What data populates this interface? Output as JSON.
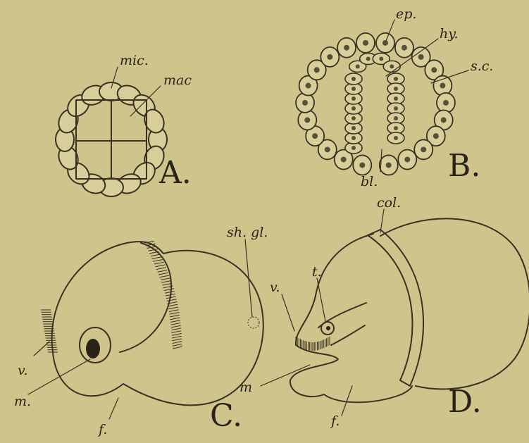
{
  "figures": {
    "A": {
      "letter": "A.",
      "labels": {
        "mic": "mic.",
        "mac": "mac"
      }
    },
    "B": {
      "letter": "B.",
      "labels": {
        "ep": "ep.",
        "hy": "hy.",
        "sc": "s.c.",
        "bl": "bl."
      }
    },
    "C": {
      "letter": "C.",
      "labels": {
        "shgl": "sh. gl.",
        "v": "v.",
        "m": "m.",
        "f": "f."
      }
    },
    "D": {
      "letter": "D.",
      "labels": {
        "col": "col.",
        "t": "t.",
        "v": "v.",
        "m": "m",
        "f": "f."
      }
    }
  },
  "colors": {
    "paper": "#cfc48c",
    "ink": "#3a3220",
    "hatch": "#8a8066"
  }
}
